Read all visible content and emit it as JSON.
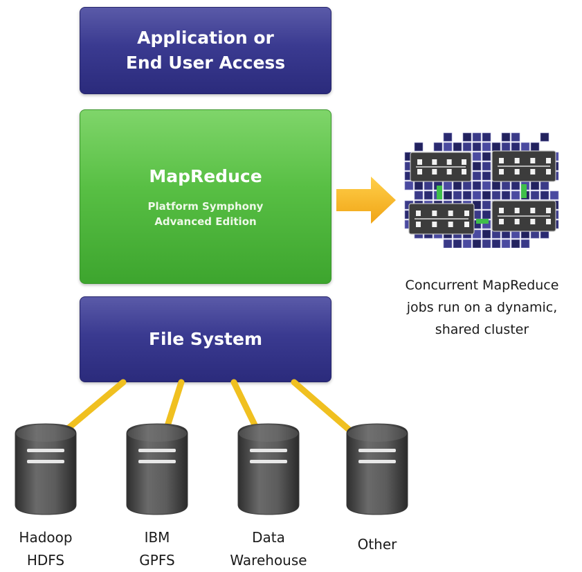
{
  "layers": {
    "app": {
      "line1": "Application or",
      "line2": "End User Access"
    },
    "mapreduce": {
      "title": "MapReduce",
      "line1": "Platform Symphony",
      "line2": "Advanced  Edition"
    },
    "filesystem": {
      "title": "File System"
    }
  },
  "caption": {
    "line1": "Concurrent MapReduce",
    "line2": "jobs run on a dynamic,",
    "line3": "shared cluster"
  },
  "storage": [
    {
      "line1": "Hadoop",
      "line2": "HDFS"
    },
    {
      "line1": "IBM",
      "line2": "GPFS"
    },
    {
      "line1": "Data",
      "line2": "Warehouse"
    },
    {
      "line1": "Other",
      "line2": ""
    }
  ],
  "colors": {
    "layer_purple": "#3a3a90",
    "layer_green": "#58bf44",
    "arrow": "#f5b324",
    "connector": "#f0c020",
    "db_gray": "#4a4a4a",
    "cluster_blue": "#2a2a70"
  }
}
